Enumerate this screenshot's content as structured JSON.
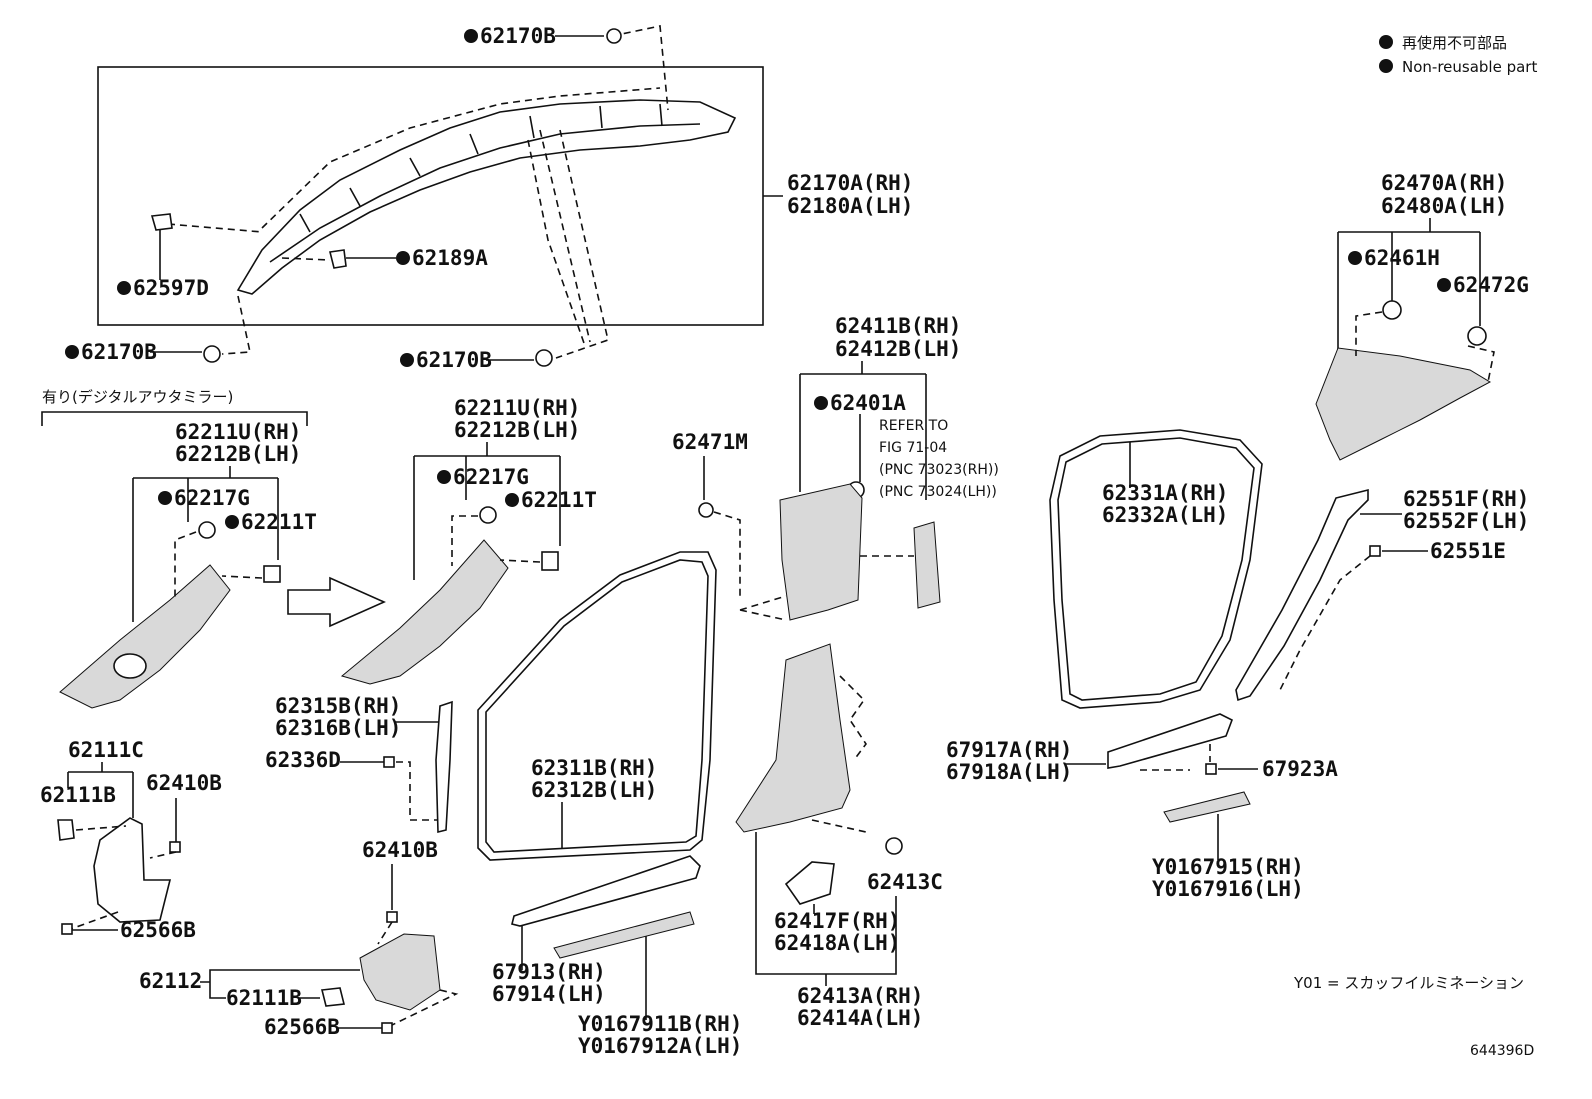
{
  "legend": {
    "ja": "再使用不可部品",
    "en": "Non-reusable part"
  },
  "note": "Y01 = スカッフイルミネーション",
  "figure_code": "644396D",
  "group_title": "有り(デジタルアウタミラー)",
  "refer": {
    "line1": "REFER TO",
    "line2": "FIG 71-04",
    "line3": "(PNC 73023(RH))",
    "line4": "(PNC 73024(LH))"
  },
  "labels": {
    "p62170B_top": "62170B",
    "p62170A": "62170A(RH)",
    "p62180A": "62180A(LH)",
    "p62189A": "62189A",
    "p62597D": "62597D",
    "p62170B_left": "62170B",
    "p62170B_mid": "62170B",
    "g1_62211U": "62211U(RH)",
    "g1_62212B": "62212B(LH)",
    "g1_62217G": "62217G",
    "g1_62211T": "62211T",
    "g2_62211U": "62211U(RH)",
    "g2_62212B": "62212B(LH)",
    "g2_62217G": "62217G",
    "g2_62211T": "62211T",
    "p62111C": "62111C",
    "p62111B_a": "62111B",
    "p62410B_a": "62410B",
    "p62566B_a": "62566B",
    "p62315B": "62315B(RH)",
    "p62316B": "62316B(LH)",
    "p62336D": "62336D",
    "p62410B_b": "62410B",
    "p62112": "62112",
    "p62111B_b": "62111B",
    "p62566B_b": "62566B",
    "p62311B": "62311B(RH)",
    "p62312B": "62312B(LH)",
    "p67913": "67913(RH)",
    "p67914": "67914(LH)",
    "pY0167911B": "Y0167911B(RH)",
    "pY0167912A": "Y0167912A(LH)",
    "p62471M": "62471M",
    "p62411B": "62411B(RH)",
    "p62412B": "62412B(LH)",
    "p62401A": "62401A",
    "p62413C": "62413C",
    "p62417F": "62417F(RH)",
    "p62418A": "62418A(LH)",
    "p62413A": "62413A(RH)",
    "p62414A": "62414A(LH)",
    "p62331A": "62331A(RH)",
    "p62332A": "62332A(LH)",
    "p62470A": "62470A(RH)",
    "p62480A": "62480A(LH)",
    "p62461H": "62461H",
    "p62472G": "62472G",
    "p62551F": "62551F(RH)",
    "p62552F": "62552F(LH)",
    "p62551E": "62551E",
    "p67917A": "67917A(RH)",
    "p67918A": "67918A(LH)",
    "p67923A": "67923A",
    "pY0167915": "Y0167915(RH)",
    "pY0167916": "Y0167916(LH)"
  }
}
